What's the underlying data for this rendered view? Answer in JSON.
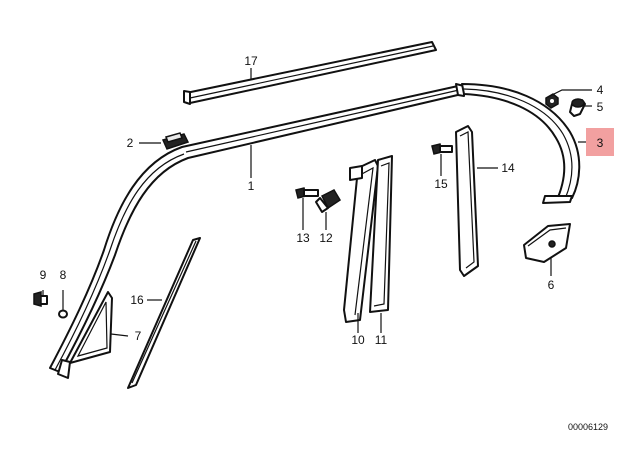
{
  "diagram": {
    "callouts": {
      "c1": "1",
      "c2": "2",
      "c3": "3",
      "c4": "4",
      "c5": "5",
      "c6": "6",
      "c7": "7",
      "c8": "8",
      "c9": "9",
      "c10": "10",
      "c11": "11",
      "c12": "12",
      "c13": "13",
      "c14": "14",
      "c15": "15",
      "c16": "16",
      "c17": "17"
    },
    "highlighted_callout": "3",
    "highlight_color": "#f2a0a0",
    "document_number": "00006129"
  }
}
